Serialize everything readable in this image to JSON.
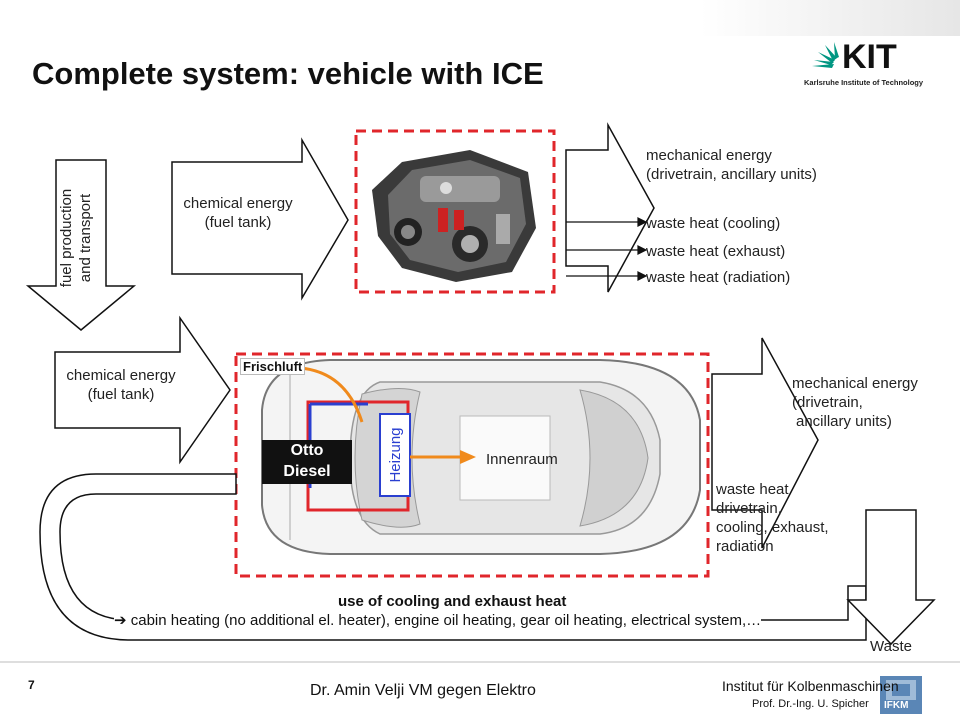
{
  "header": {
    "title": "Complete system: vehicle with ICE",
    "logo_text": "KIT",
    "logo_subtext": "Karlsruhe Institute of Technology"
  },
  "top_section": {
    "side_arrow_label": [
      "fuel production",
      "and transport"
    ],
    "input_arrow_label": [
      "chemical energy",
      "(fuel tank)"
    ],
    "outputs": [
      [
        "mechanical energy",
        "(drivetrain, ancillary units)"
      ],
      [
        "waste heat (cooling)"
      ],
      [
        "waste heat (exhaust)"
      ],
      [
        "waste heat (radiation)"
      ]
    ]
  },
  "bottom_section": {
    "input_arrow_label": [
      "chemical energy",
      "(fuel tank)"
    ],
    "fresh_air_label": "Frischluft",
    "engine_label": [
      "Otto",
      "Diesel"
    ],
    "heater_label": "Heizung",
    "cabin_label": "Innenraum",
    "output_mechanical": [
      "mechanical energy",
      "(drivetrain,",
      "ancillary units)"
    ],
    "output_waste": [
      "waste heat",
      "drivetrain,",
      "cooling, exhaust,",
      "radiation"
    ],
    "loop_title": "use of cooling and exhaust heat",
    "loop_text": "cabin heating (no additional el. heater), engine oil heating, gear oil heating, electrical system,…",
    "loop_arrow_symbol": "➔",
    "waste_label": "Waste"
  },
  "footer": {
    "page_number": "7",
    "presenter": "Dr. Amin Velji VM gegen Elektro",
    "institute": "Institut für Kolbenmaschinen",
    "professor": "Prof. Dr.-Ing. U. Spicher",
    "ifkm_logo": "IFKM"
  },
  "colors": {
    "dashed_box": "#e0262b",
    "engine_box_red": "#e0262b",
    "engine_box_blue": "#2a3fd0",
    "heat_arrow": "#f08a1c",
    "kit_green": "#009682"
  }
}
